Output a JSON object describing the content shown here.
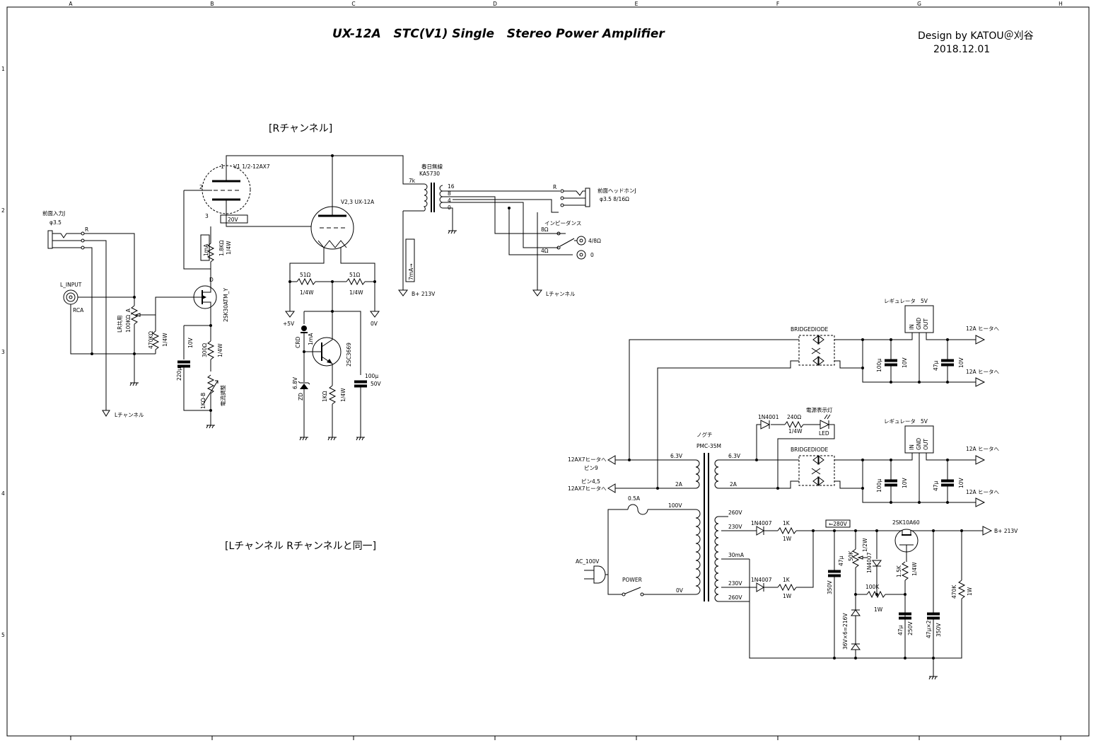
{
  "title": "UX-12A   STC(V1) Single   Stereo Power Amplifier",
  "credit": {
    "designer": "Design by KATOU＠刈谷",
    "date": "2018.12.01"
  },
  "frame": {
    "columns": [
      "A",
      "B",
      "C",
      "D",
      "E",
      "F",
      "G",
      "H"
    ],
    "rows": [
      "1",
      "2",
      "3",
      "4",
      "5"
    ]
  },
  "sections": {
    "r_channel": "[Rチャンネル]",
    "l_channel": "[Lチャンネル Rチャンネルと同一]"
  },
  "input": {
    "jack": "前面入力J",
    "jack_size": "φ3.5",
    "r": "R",
    "rca_name": "L_INPUT",
    "rca": "RCA",
    "pot_name": "LR共用",
    "pot": "100KΩ_A",
    "r_gate": "470KΩ",
    "r_gate_w": "1/4W",
    "to_l": "Lチャンネル"
  },
  "fet": {
    "name": "2SK30ATM_Y",
    "d": "D",
    "rd": "1.8KΩ",
    "rd_w": "1/4W",
    "id": "1mA",
    "rs": "300Ω",
    "rs_w": "1/4W",
    "cs_v": "10V",
    "cs": "220μ",
    "vr": "1KΩ-B",
    "vr_label": "電流調整"
  },
  "v1": {
    "name": "V1 1/2-12AX7",
    "pin1": "1",
    "pin2": "2",
    "pin3": "3",
    "bias": "20V"
  },
  "v2": {
    "name": "V2,3 UX-12A",
    "r1": "51Ω",
    "r1_w": "1/4W",
    "r2": "51Ω",
    "r2_w": "1/4W",
    "v_plus": "+5V",
    "v_zero": "0V"
  },
  "ccs": {
    "crd": "CRD",
    "crd_i": "1mA",
    "tr": "2SC3669",
    "zd": "ZD",
    "zd_v": "6.8V",
    "r": "1KΩ",
    "r_w": "1/4W",
    "c": "100μ",
    "c_v": "50V"
  },
  "opt": {
    "maker": "春日無線",
    "model": "KA5730",
    "primary": "7k",
    "taps": [
      "16",
      "8",
      "4",
      "0"
    ],
    "current": "7mA→",
    "bplus": "B+ 213V"
  },
  "output": {
    "hp": "前面ヘッドホンJ",
    "hp_spec": "φ3.5  8/16Ω",
    "r": "R",
    "impedance": "インピーダンス",
    "z8": "8Ω",
    "z4": "4Ω",
    "post1": "4/8Ω",
    "post0": "0",
    "to_l": "Lチャンネル"
  },
  "heater": {
    "regulator": "レギュレータ",
    "reg_v": "5V",
    "reg_pins": [
      "IN",
      "GND",
      "OUT"
    ],
    "bridge": "BRIDGEDIODE",
    "c1": "100μ",
    "c1_v": "10V",
    "c2": "47μ",
    "c2_v": "10V",
    "out": "12A ヒータへ",
    "d": "1N4001",
    "r_led": "240Ω",
    "r_led_w": "1/4W",
    "lamp": "電源表示灯",
    "led": "LED"
  },
  "ptrans": {
    "maker": "ノグチ",
    "model": "PMC-35M",
    "h1": "6.3V",
    "h2": "2A",
    "p100": "100V",
    "p0": "0V",
    "s260": "260V",
    "s230": "230V",
    "s30": "30mA"
  },
  "heater_out": {
    "a": "12AX7ヒータへ",
    "a_pin": "ピン9",
    "b_pin": "ピン4,5",
    "b": "12AX7ヒータへ"
  },
  "mains": {
    "fuse": "0.5A",
    "plug": "AC_100V",
    "sw": "POWER"
  },
  "supply": {
    "d": "1N4007",
    "r": "1K",
    "r_w": "1W",
    "c1": "47μ",
    "c1_v": "350V",
    "pot": "50K",
    "pot_w": "1/2W",
    "d2": "1N4007",
    "zd": "36V×6=216V",
    "r100": "100K",
    "r100_w": "1W",
    "r15": "1.5K",
    "r15_w": "1/4W",
    "c2": "47μ",
    "c2_v": "250V",
    "c3": "47μ×2",
    "c3_v": "350V",
    "rb": "470K",
    "rb_w": "1W",
    "fet": "2SK10A60",
    "vset": "⇐280V",
    "bplus": "B+ 213V"
  }
}
